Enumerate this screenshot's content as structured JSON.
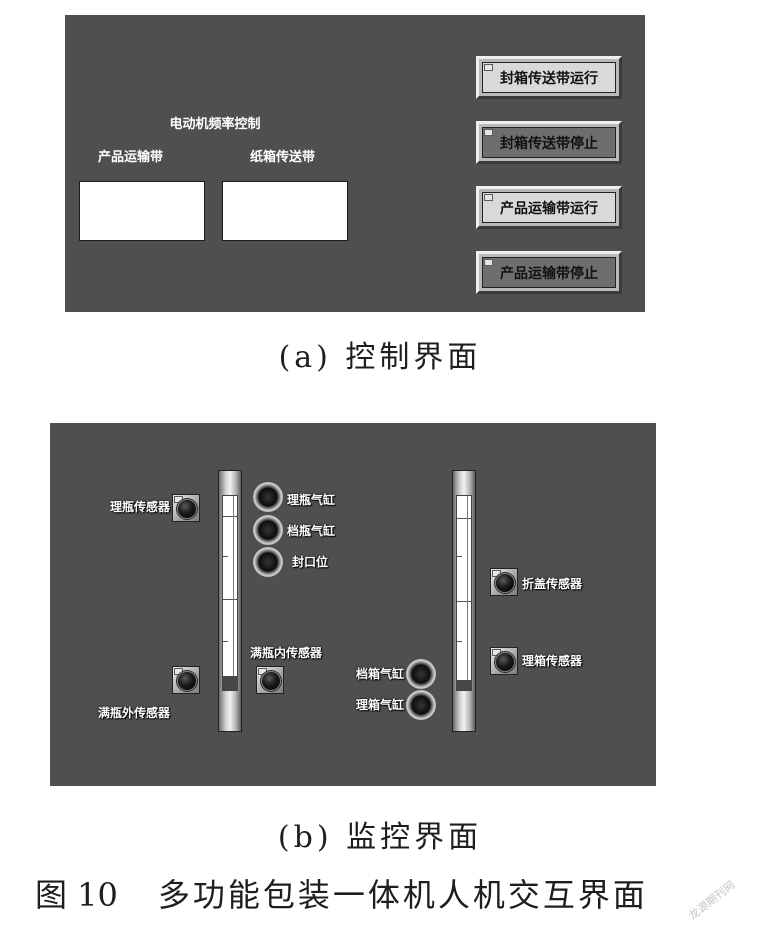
{
  "control_panel": {
    "title": "电动机频率控制",
    "product_belt": {
      "label": "产品运输带",
      "value": ""
    },
    "carton_belt": {
      "label": "纸箱传送带",
      "value": ""
    },
    "buttons": [
      {
        "label": "封箱传送带运行",
        "face_color": "#d9d9d9"
      },
      {
        "label": "封箱传送带停止",
        "face_color": "#6e6e6e"
      },
      {
        "label": "产品运输带运行",
        "face_color": "#d9d9d9"
      },
      {
        "label": "产品运输带停止",
        "face_color": "#6e6e6e"
      }
    ],
    "caption": "(a) 控制界面"
  },
  "monitor_panel": {
    "bottle_sort_sensor": "理瓶传感器",
    "bottle_sort_cylinder": "理瓶气缸",
    "bottle_stop_cylinder": "档瓶气缸",
    "seal_position": "封口位",
    "full_bottle_inner_sensor": "满瓶内传感器",
    "full_bottle_outer_sensor": "满瓶外传感器",
    "fold_cover_sensor": "折盖传感器",
    "box_sort_sensor": "理箱传感器",
    "box_stop_cylinder": "档箱气缸",
    "box_sort_cylinder": "理箱气缸",
    "left_gauge_level": 0.07,
    "right_gauge_level": 0.05,
    "caption": "(b) 监控界面"
  },
  "figure": {
    "number": "图 10",
    "title": "多功能包装一体机人机交互界面"
  },
  "watermark": "龙源期刊网",
  "colors": {
    "panel_bg": "#4f4f4f"
  }
}
